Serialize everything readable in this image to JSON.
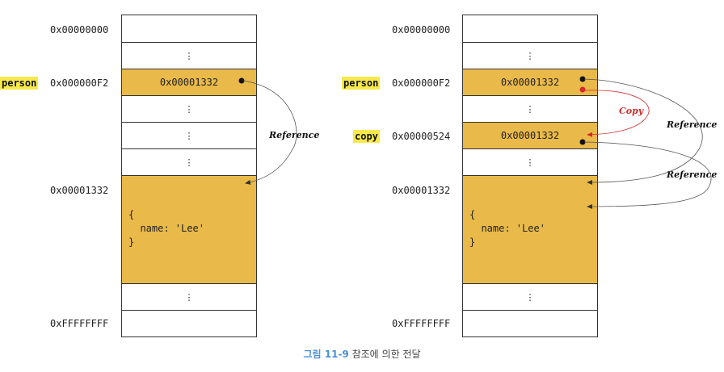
{
  "left": {
    "addresses": [
      "0x00000000",
      "0x000000F2",
      "0x00001332",
      "0xFFFFFFFF"
    ],
    "person_label": "person",
    "cells": [
      "",
      "⋮",
      "0x00001332",
      "⋮",
      "⋮",
      "⋮",
      "⋮"
    ],
    "object_text": "{\n  name: 'Lee'\n}",
    "reference_label": "Reference"
  },
  "right": {
    "addresses": [
      "0x00000000",
      "0x000000F2",
      "0x00000524",
      "0x00001332",
      "0xFFFFFFFF"
    ],
    "person_label": "person",
    "copy_label": "copy",
    "cells": [
      "",
      "⋮",
      "0x00001332",
      "⋮",
      "0x00001332",
      "⋮",
      "⋮"
    ],
    "object_text": "{\n  name: 'Lee'\n}",
    "reference_label_1": "Reference",
    "reference_label_2": "Reference",
    "copy_arrow_label": "Copy"
  },
  "caption": {
    "figure": "그림 11-9",
    "text": "참조에 의한 전달"
  },
  "colors": {
    "fill": "#e9b949",
    "highlight": "#f7e94a",
    "copy_arrow": "#d12a2a",
    "caption_accent": "#4a8fd6"
  }
}
